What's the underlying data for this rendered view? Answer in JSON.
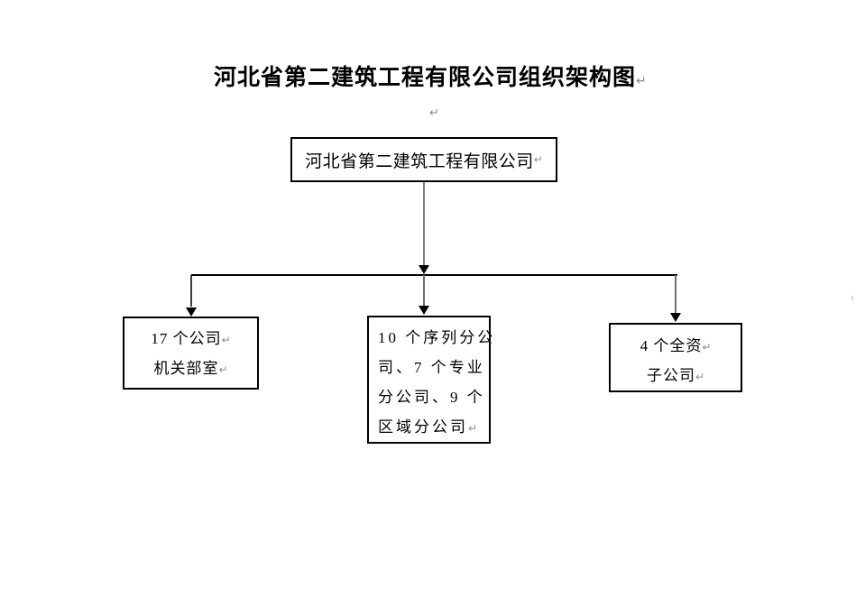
{
  "document": {
    "title": "河北省第二建筑工程有限公司组织架构图",
    "paragraph_mark": "↵"
  },
  "colors": {
    "text": "#000000",
    "box_border": "#000000",
    "connector_root": "#808080",
    "connector_drop": "#4d4d4d",
    "bus_line": "#000000",
    "paragraph_mark": "#8c8c8c",
    "background": "#ffffff"
  },
  "diagram": {
    "type": "org-chart",
    "root": {
      "label": "河北省第二建筑工程有限公司"
    },
    "children": [
      {
        "name": "company-offices",
        "text": "17 个公司机关部室",
        "lines": [
          "17 个公司",
          "机关部室"
        ]
      },
      {
        "name": "branch-companies",
        "text": "10 个序列分公司、7 个专业分公司、9 个区域分公司",
        "lines": [
          "10 个序列分公",
          "司、7 个专业",
          "分公司、9 个",
          "区域分公司"
        ]
      },
      {
        "name": "subsidiaries",
        "text": "4 个全资子公司",
        "lines": [
          "4 个全资",
          "子公司"
        ]
      }
    ]
  }
}
